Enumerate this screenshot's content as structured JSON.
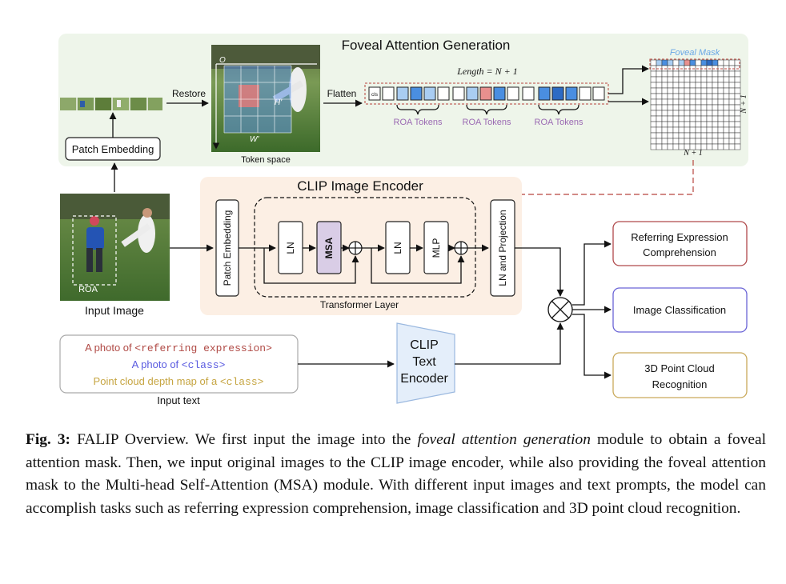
{
  "figure": {
    "foveal": {
      "title": "Foveal Attention Generation",
      "patch_embedding": "Patch Embedding",
      "restore": "Restore",
      "token_space": "Token space",
      "axis_o": "O",
      "axis_h": "H'",
      "axis_w": "W'",
      "flatten": "Flatten",
      "length": "Length = N + 1",
      "cls": "cls",
      "roa_tokens": [
        "ROA Tokens",
        "ROA Tokens",
        "ROA Tokens"
      ],
      "foveal_mask": "Foveal Mask",
      "mask_n1_right": "N + 1",
      "mask_n1_bottom": "N + 1"
    },
    "input_image": {
      "roa": "ROA",
      "label": "Input Image"
    },
    "encoder": {
      "title": "CLIP Image Encoder",
      "patch_embedding": "Patch Embedding",
      "ln1": "LN",
      "msa": "MSA",
      "ln2": "LN",
      "mlp": "MLP",
      "transformer_layer": "Transformer Layer",
      "ln_projection": "LN and Projection"
    },
    "text_input": {
      "line1_prefix": "A photo of ",
      "line1_code": "<referring expression>",
      "line2_prefix": "A photo of ",
      "line2_code": "<class>",
      "line3_prefix": "Point cloud depth map of a ",
      "line3_code": "<class>",
      "label": "Input text"
    },
    "text_encoder": [
      "CLIP",
      "Text",
      "Encoder"
    ],
    "outputs": {
      "rec": [
        "Referring Expression",
        "Comprehension"
      ],
      "cls": "Image Classification",
      "pc": [
        "3D Point Cloud",
        "Recognition"
      ]
    },
    "colors": {
      "green_panel": "#eef5ea",
      "encoder_panel": "#fcefe4",
      "msa_fill": "#d9cde6",
      "red_dash": "#b8453f",
      "roa_text": "#9b6ab3",
      "rec_border": "#b0494b",
      "cls_border": "#6a63d6",
      "pc_border": "#c9a95a",
      "line1_color": "#b04a45",
      "line2_color": "#5a5be0",
      "line3_color": "#c6a542",
      "foveal_mask_text": "#6aa8e6",
      "token_blue": "#4a8ee0",
      "token_light": "#a9cdf2",
      "token_dark": "#2d6bc4",
      "token_red": "#e8908e"
    }
  },
  "caption": {
    "label": "Fig. 3:",
    "part1": " FALIP Overview. We first input the image into the ",
    "emph": "foveal attention generation",
    "part2": " module to obtain a foveal attention mask. Then, we input original images to the CLIP image encoder, while also providing the foveal attention mask to the Multi-head Self-Attention (MSA) module. With different input images and text prompts, the model can accomplish tasks such as referring expression comprehension, image classification and 3D point cloud recognition."
  }
}
